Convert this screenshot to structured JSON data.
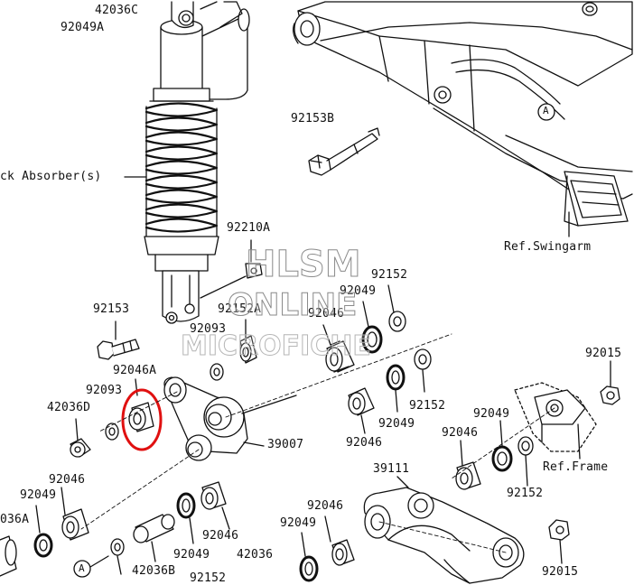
{
  "colors": {
    "line": "#111111",
    "highlight": "#e01010",
    "watermark": "#9a9a9a",
    "background": "#ffffff"
  },
  "labels": {
    "p42036c": "42036C",
    "p92049a": "92049A",
    "shock": "ck Absorber(s)",
    "p92153b": "92153B",
    "ref_swingarm": "Ref.Swingarm",
    "p92210a": "92210A",
    "p92152_a": "92152",
    "p92049_a": "92049",
    "p92153": "92153",
    "p92152a": "92152A",
    "p92046_a": "92046",
    "p92093_a": "92093",
    "p92046a": "92046A",
    "p92093_b": "92093",
    "p92015_a": "92015",
    "p42036d": "42036D",
    "p92152_b": "92152",
    "p92049_b": "92049",
    "p92049_c": "92049",
    "p39007": "39007",
    "p92046_b": "92046",
    "p92046_c": "92046",
    "ref_frame": "Ref.Frame",
    "p92152_c": "92152",
    "p39111": "39111",
    "p92046_d": "92046",
    "p92049_d": "92049",
    "p92046_e": "92046",
    "p036a": "036A",
    "p92046_f": "92046",
    "p92049_e": "92049",
    "p92049_f": "92049",
    "p42036b": "42036B",
    "p42036": "42036",
    "p92152_d": "92152",
    "p92015_b": "92015",
    "ref_a_top": "A",
    "ref_a_bottom": "A"
  },
  "watermark": {
    "line1": "HLSM",
    "line2": "ONLINE",
    "line3": "MICROFICHE"
  }
}
